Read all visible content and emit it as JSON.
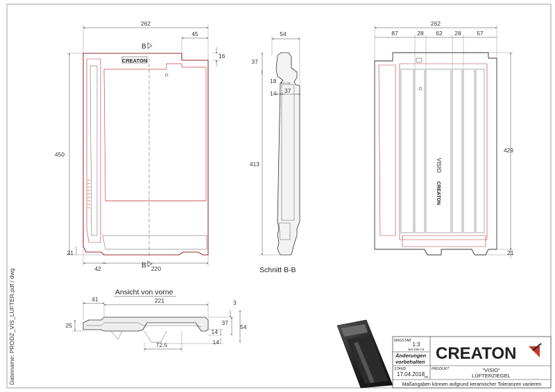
{
  "views": {
    "front": {
      "width": "262",
      "top_right": "45",
      "notch": "16",
      "height": "450",
      "bottom_left": "21",
      "bottom_width": "220",
      "bottom_offset": "42",
      "section_marker": "B",
      "logo": "CREATON"
    },
    "section": {
      "title": "Schnitt B-B",
      "width": "54",
      "top_offset": "37",
      "rib": "18",
      "inner": "14",
      "depth": "37",
      "height": "413"
    },
    "back": {
      "width": "262",
      "seg1": "87",
      "seg2": "28",
      "seg3": "62",
      "seg4": "28",
      "seg5": "57",
      "height": "429",
      "bottom": "21",
      "text_visio": "VISIO",
      "logo": "CREATON"
    },
    "profile": {
      "title": "Ansicht von vorne",
      "left": "41",
      "width": "221",
      "right_top": "3",
      "height_left": "25",
      "h37": "37",
      "h54": "54",
      "h14a": "14",
      "h14b": "14",
      "mid": "72.5"
    }
  },
  "side_note": "Dateiname: PRODZ_VIS_LUFTER.pdf / dwg",
  "title_block": {
    "scale_label": "MASSTAB",
    "scale_value": "1:3",
    "scale_note": "bei DIN A3",
    "changes": "Änderungen",
    "reserved": "vorbehalten",
    "date_label": "STAND",
    "date_value": "17.04.2018",
    "initials": "Rs",
    "brand": "CREATON",
    "product_label": "PRODUKT",
    "product_name": "\"VISIO\"",
    "product_type": "LÜFTERZIEGEL",
    "footer": "Maßangaben können aufgrund keramischer Toleranzen variieren"
  }
}
